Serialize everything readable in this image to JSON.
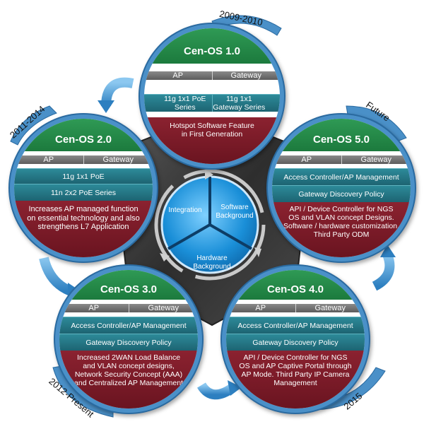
{
  "center": {
    "segments": [
      "Integration",
      "Software\nBackground",
      "Hardware\nBackground"
    ]
  },
  "versions": {
    "v1": {
      "title": "Cen-OS 1.0",
      "year": "2009-2010",
      "row1": [
        "AP",
        "Gateway"
      ],
      "row2": [
        "11g 1x1 PoE Series",
        "11g 1x1 Gateway Series"
      ],
      "desc": "Hotspot Software Feature in First Generation"
    },
    "v2": {
      "title": "Cen-OS 2.0",
      "year": "2011-2014",
      "row1": [
        "AP",
        "Gateway"
      ],
      "lines": [
        "11g 1x1 PoE",
        "11n 2x2 PoE Series"
      ],
      "desc": "Increases AP managed function on essential technology and also strengthens L7 Application"
    },
    "v3": {
      "title": "Cen-OS 3.0",
      "year": "2012-Present",
      "row1": [
        "AP",
        "Gateway"
      ],
      "lines": [
        "Access Controller/AP Management",
        "Gateway Discovery Policy"
      ],
      "desc": "Increased 2WAN Load Balance and VLAN concept designs, Network Security Concept (AAA) and Centralized AP Management"
    },
    "v4": {
      "title": "Cen-OS 4.0",
      "year": "2015",
      "row1": [
        "AP",
        "Gateway"
      ],
      "lines": [
        "Access Controller/AP Management",
        "Gateway Discovery Policy"
      ],
      "desc": "API / Device Controller for NGS OS and AP Captive Portal through AP Mode. Third Party IP Camera Management"
    },
    "v5": {
      "title": "Cen-OS 5.0",
      "year": "Future",
      "row1": [
        "AP",
        "Gateway"
      ],
      "lines": [
        "Access Controller/AP Management",
        "Gateway Discovery Policy"
      ],
      "desc": "API / Device Controller for NGS OS and VLAN concept Designs. Software / hardware customization, Third Party ODM"
    }
  },
  "colors": {
    "title_green": "#1c7a3d",
    "grey": "#6e6e6e",
    "teal": "#23707f",
    "red": "#7a1a26",
    "ring_blue": "#4a90c8",
    "pentagon": "#3a3a3a",
    "center_blue": "#1a8fd8"
  }
}
